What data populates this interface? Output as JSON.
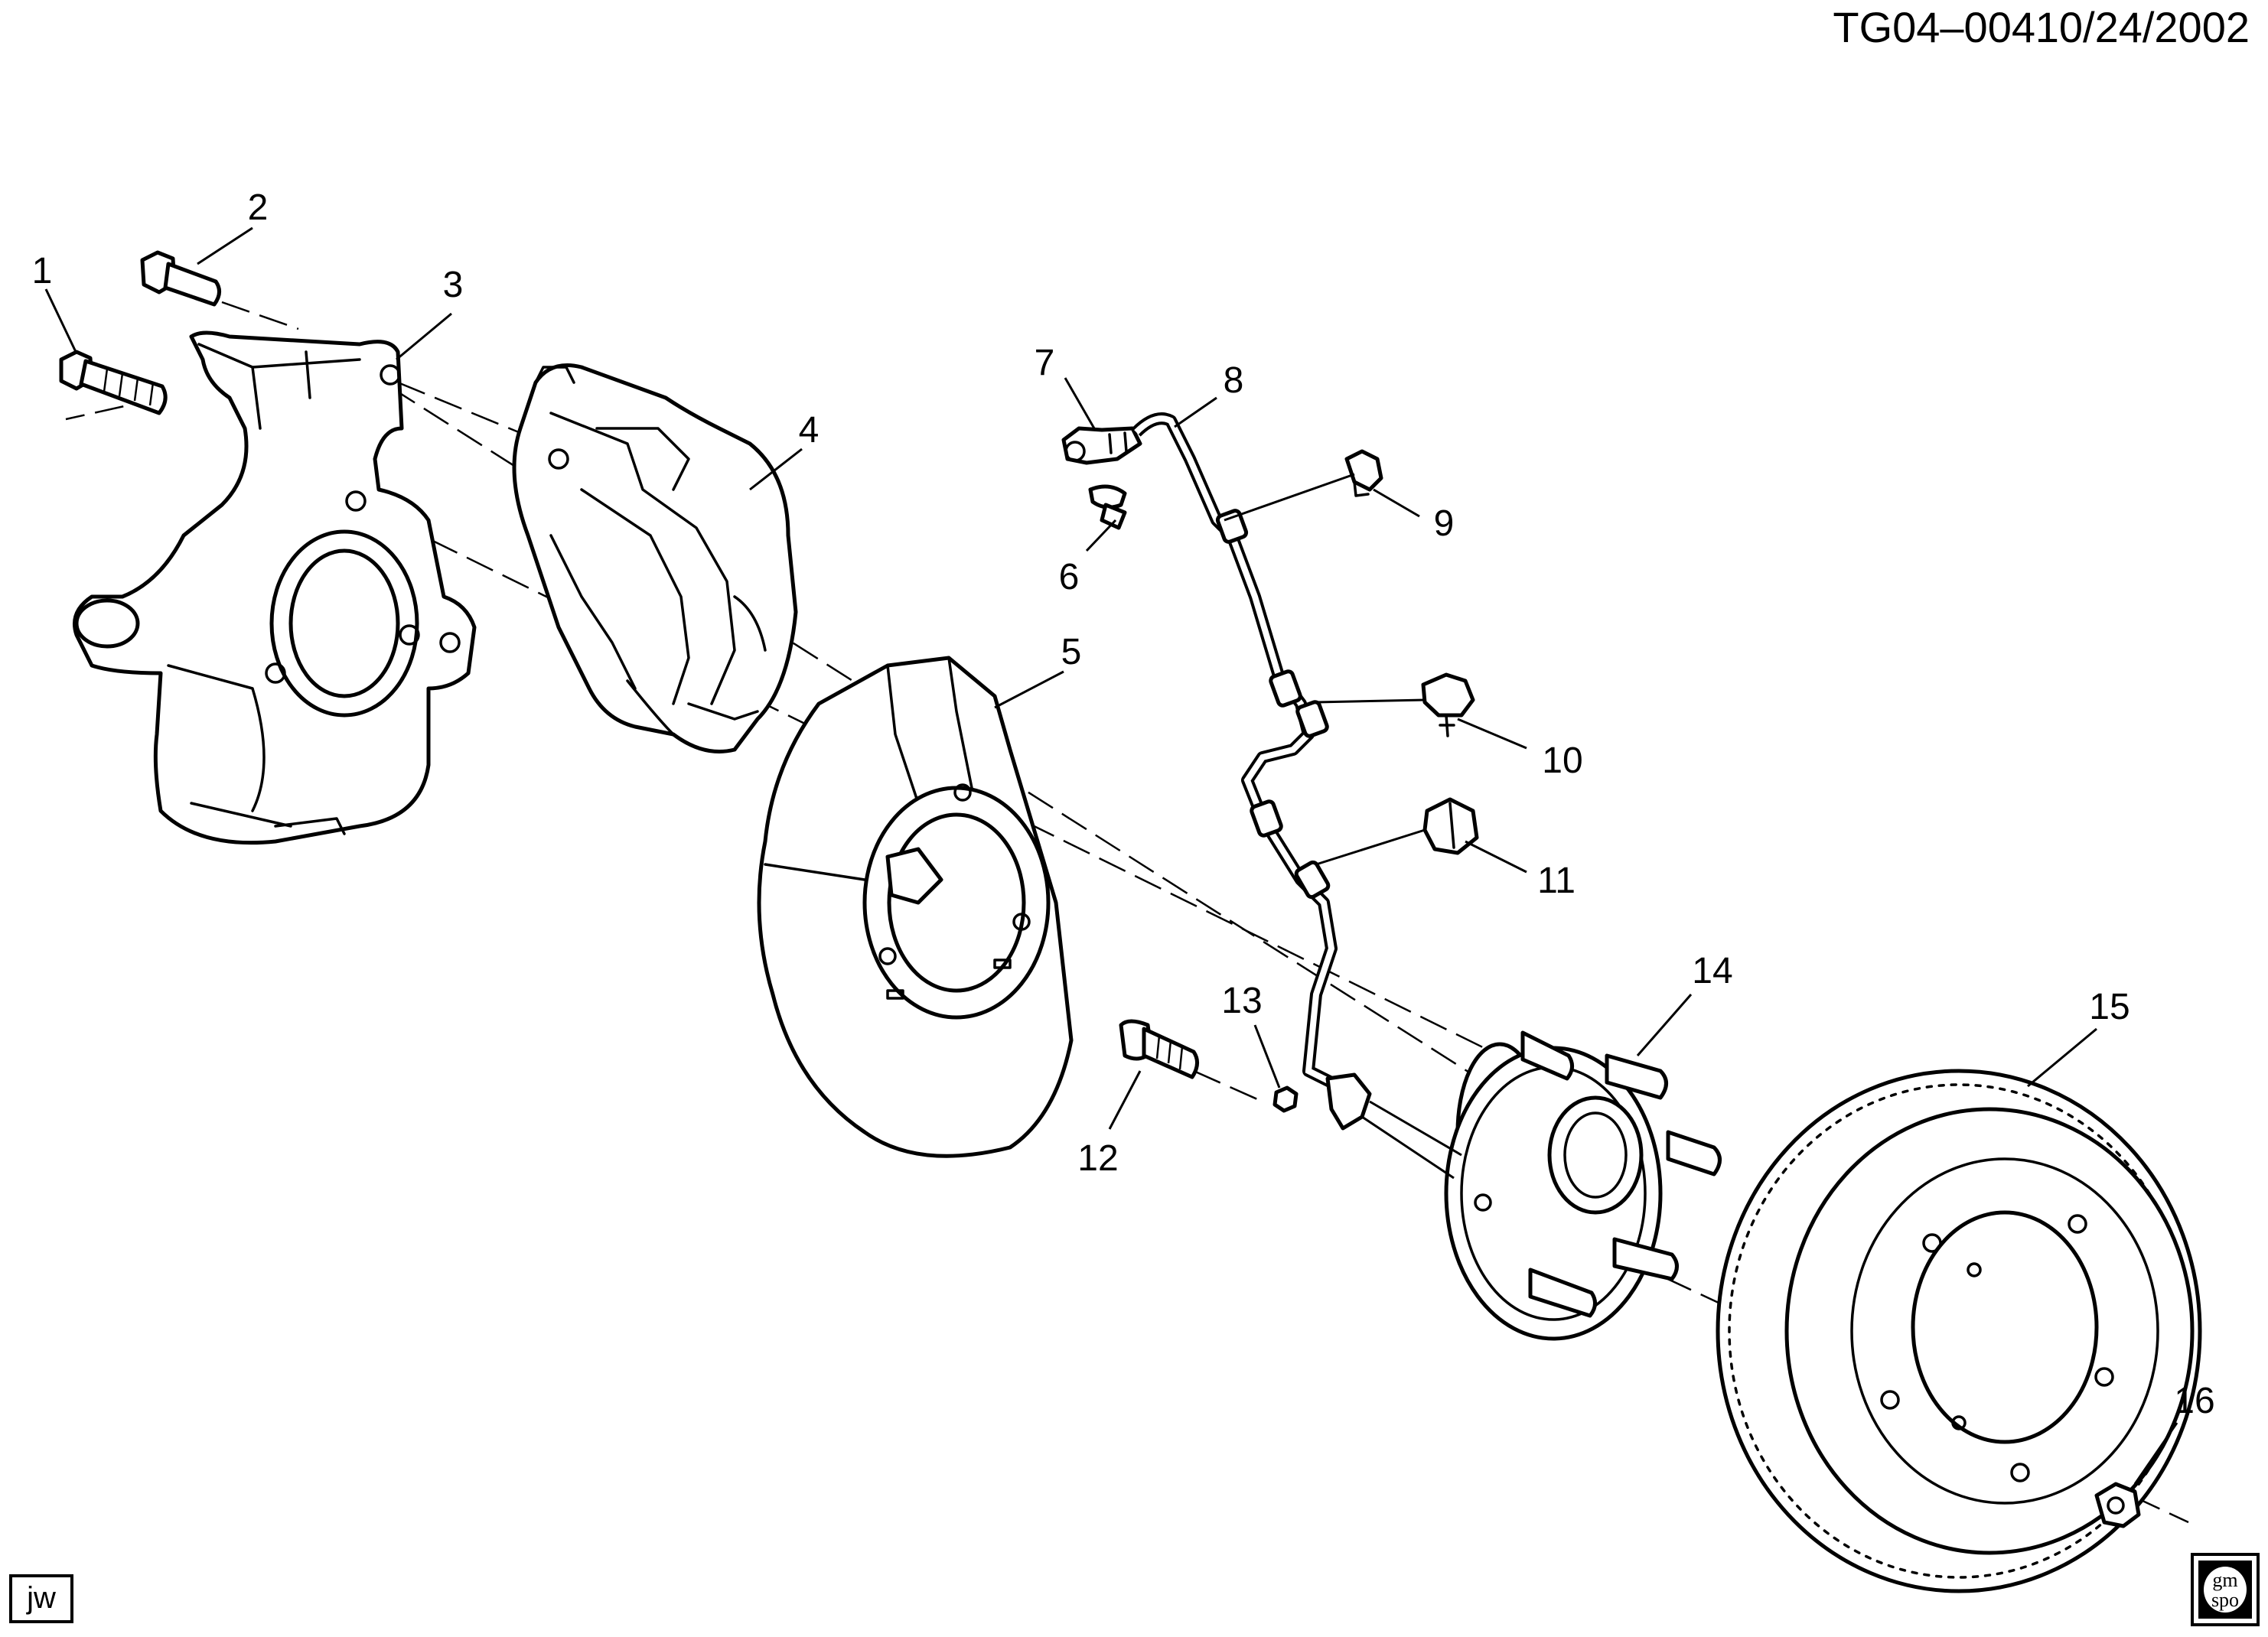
{
  "header": {
    "code": "TG04–004",
    "date": "10/24/2002"
  },
  "callouts": [
    "1",
    "2",
    "3",
    "4",
    "5",
    "6",
    "7",
    "8",
    "9",
    "10",
    "11",
    "12",
    "13",
    "14",
    "15",
    "16"
  ],
  "footer": {
    "artist_initials": "jw",
    "logo_text_line1": "gm",
    "logo_text_line2": "spo"
  }
}
